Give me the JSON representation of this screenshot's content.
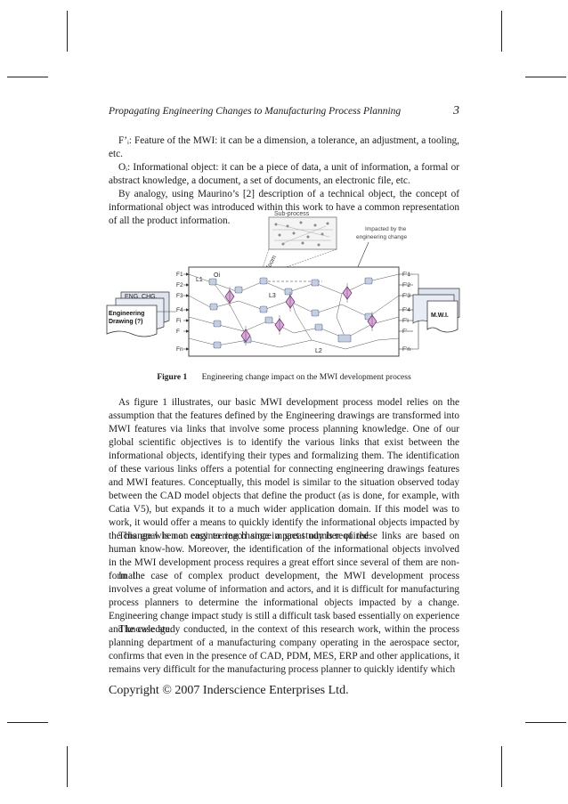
{
  "header": {
    "running_title": "Propagating Engineering Changes to Manufacturing Process Planning",
    "page_number": "3"
  },
  "intro_paragraphs": [
    "F’ᵢ: Feature of the MWI: it can be a dimension, a tolerance, an adjustment, a tooling, etc.",
    "Oᵢ: Informational object: it can be a piece of data, a unit of information, a formal or abstract knowledge, a document, a set of documents, an electronic file, etc.",
    "By analogy, using Maurino’s [2] description of a technical object, the concept of informational object was introduced within this work to have a common representation of all the product information."
  ],
  "figure": {
    "subprocess_label": "Sub-process",
    "impacted_label_line1": "Impacted by the",
    "impacted_label_line2": "engineering change",
    "zoom_label": "Zoom",
    "oi_label": "Oi",
    "l1_label": "L1",
    "l2_label": "L2",
    "l3_label": "L3",
    "eng_chg_label": "ENG. CHG.",
    "eng_drawing_line1": "Engineering",
    "eng_drawing_line2": "Drawing (?)",
    "mwi_label": "M.W.I.",
    "left_features": [
      "F1",
      "F2",
      "F3",
      "F4",
      "Fi",
      "F",
      "Fn"
    ],
    "right_features": [
      "F’1",
      "F’2",
      "F’3",
      "F’4",
      "F’i",
      "F’",
      "F’n"
    ]
  },
  "caption": {
    "label": "Figure 1",
    "text": "Engineering change impact on the MWI development process"
  },
  "body_paragraphs": [
    "As figure 1 illustrates, our basic MWI development process model relies on the assumption that the features defined by the Engineering drawings are transformed into MWI features via links that involve some process planning knowledge. One of our global scientific objectives is to identify the various links that exist between the informational objects, identifying their types and formalizing them. The identification of these various links offers a potential for connecting engineering drawings features and MWI features. Conceptually, this model is similar to the situation observed today between the CAD model objects that define the product (as is done, for example, with Catia V5), but expands it to a much wider application domain. If this model was to work, it would offer a means to quickly identify the informational objects impacted by the change when an engineering change impact study is required.",
    "This goal is not easy to reach since a great number of these links are based on human know-how. Moreover, the identification of the informational objects involved in the MWI development process requires a great effort since several of them are non-formal.",
    "In the case of complex product development, the MWI development process involves a great volume of information and actors, and it is difficult for manufacturing process planners to determine the informational objects impacted by a change. Engineering change impact study is still a difficult task based essentially on experience and knowledge.",
    "The case study conducted, in the context of this research work, within the process planning department of a manufacturing company operating in the aerospace sector, confirms that even in the presence of CAD, PDM, MES, ERP and other applications, it remains very difficult for the manufacturing process planner to quickly identify which"
  ],
  "footer": {
    "copyright": "Copyright © 2007 Inderscience Enterprises Ltd."
  }
}
